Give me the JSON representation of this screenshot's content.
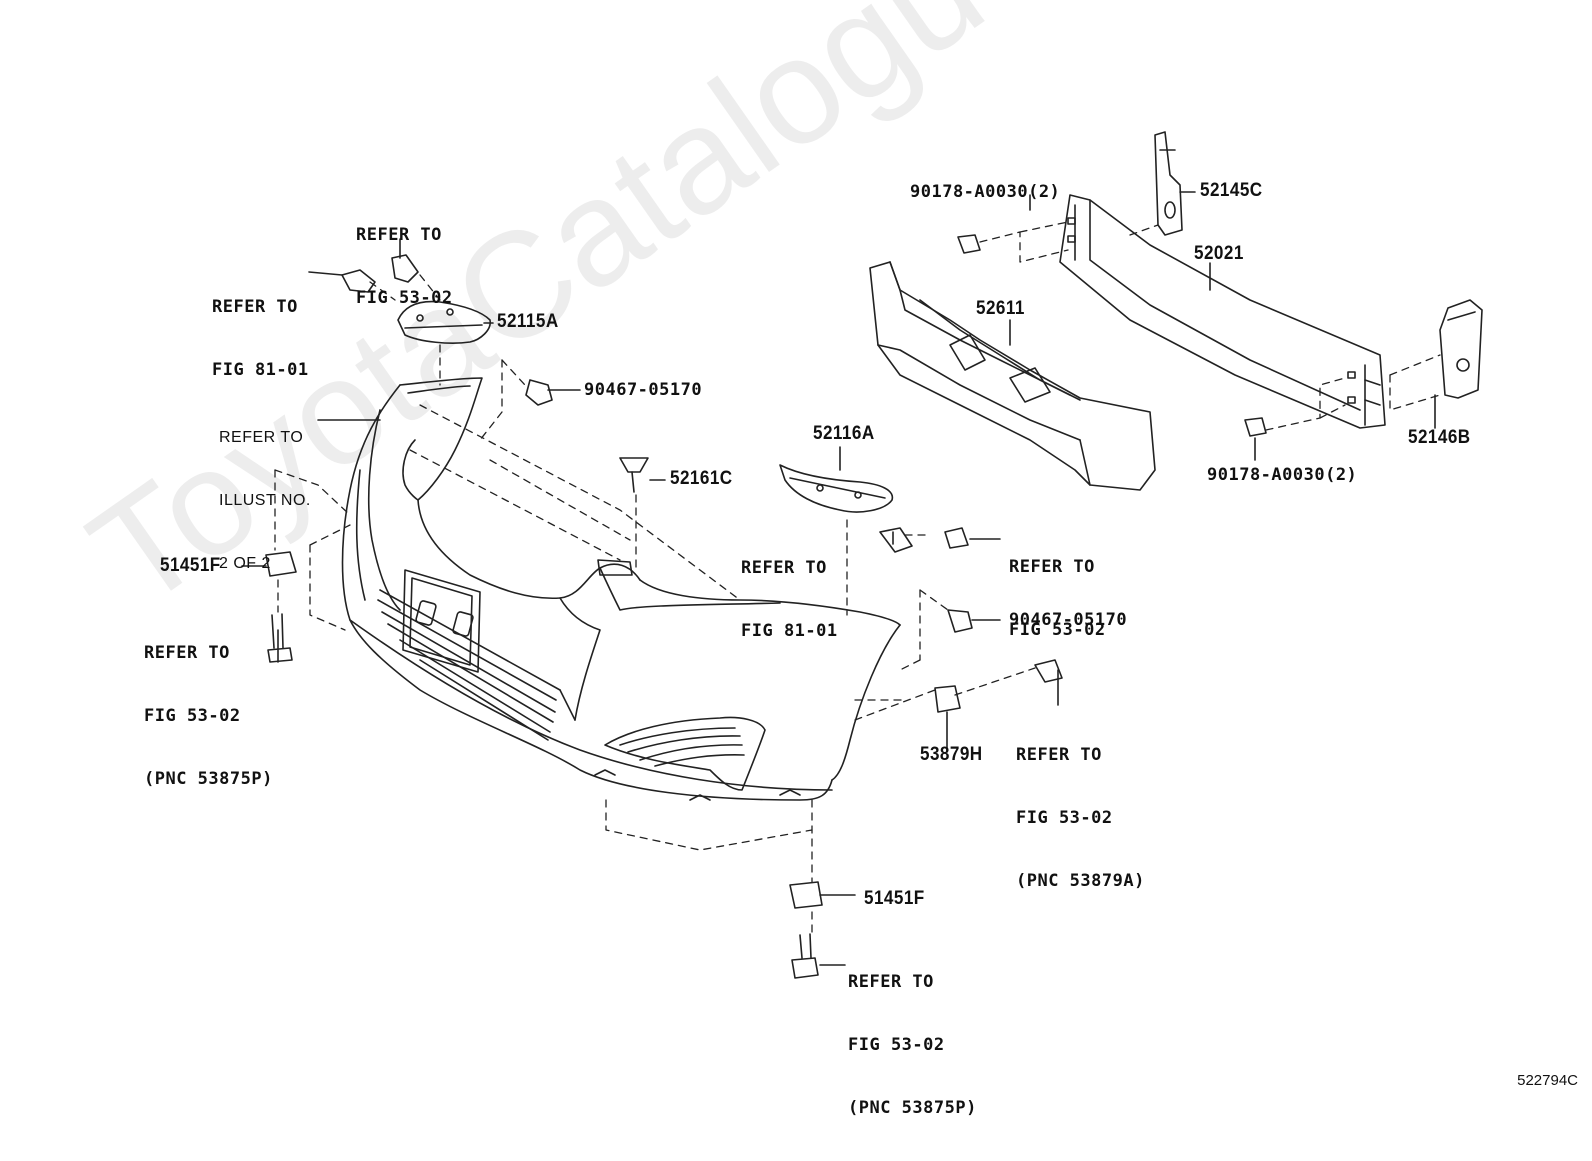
{
  "watermark": "ToyotaCatalogue.ru",
  "figure_id": "522794C",
  "labels": {
    "refer_fig_53_02_top": [
      "REFER TO",
      "FIG 53-02"
    ],
    "refer_fig_81_01_left": [
      "REFER TO",
      "FIG 81-01"
    ],
    "pn_52115A": "52115A",
    "pn_90467_05170_a": "90467-05170",
    "refer_illust": [
      "REFER TO",
      "ILLUST NO.",
      "2 OF 2"
    ],
    "pn_52161C": "52161C",
    "pn_51451F_left": "51451F",
    "refer_fig_53_02_left": [
      "REFER TO",
      "FIG 53-02",
      "(PNC 53875P)"
    ],
    "pn_90178_top": "90178-A0030(2)",
    "pn_52145C": "52145C",
    "pn_52021": "52021",
    "pn_52611": "52611",
    "pn_52146B": "52146B",
    "pn_90178_bottom": "90178-A0030(2)",
    "pn_52116A": "52116A",
    "refer_fig_81_01_mid": [
      "REFER TO",
      "FIG 81-01"
    ],
    "refer_fig_53_02_mid": [
      "REFER TO",
      "FIG 53-02"
    ],
    "pn_90467_05170_b": "90467-05170",
    "pn_53879H": "53879H",
    "refer_fig_53_02_pnc_53879A": [
      "REFER TO",
      "FIG 53-02",
      "(PNC 53879A)"
    ],
    "pn_51451F_bottom": "51451F",
    "refer_fig_53_02_bottom": [
      "REFER TO",
      "FIG 53-02",
      "(PNC 53875P)"
    ]
  }
}
